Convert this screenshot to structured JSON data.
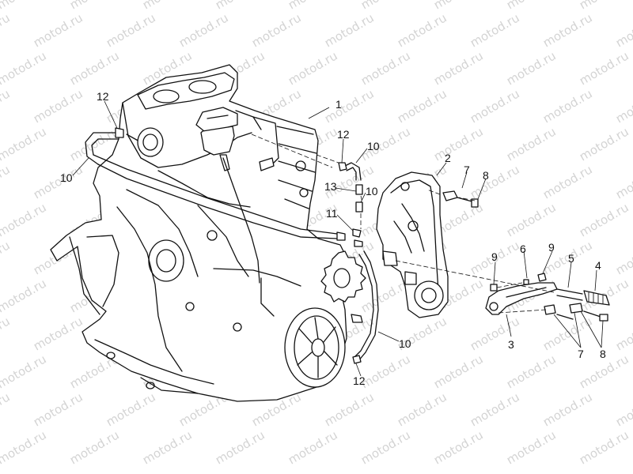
{
  "watermark": {
    "text": "motod.ru",
    "color": "#d4d4d4"
  },
  "callouts": {
    "c1": "1",
    "c2": "2",
    "c3": "3",
    "c4": "4",
    "c5": "5",
    "c6": "6",
    "c7a": "7",
    "c7b": "7",
    "c8a": "8",
    "c8b": "8",
    "c9a": "9",
    "c9b": "9",
    "c10a": "10",
    "c10b": "10",
    "c10c": "10",
    "c10d": "10",
    "c11": "11",
    "c12a": "12",
    "c12b": "12",
    "c12c": "12",
    "c13": "13"
  }
}
